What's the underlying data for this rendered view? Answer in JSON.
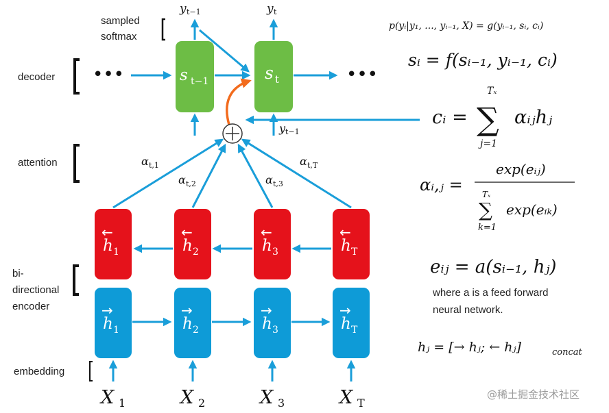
{
  "labels": {
    "sampled_softmax": [
      "sampled",
      "softmax"
    ],
    "decoder": "decoder",
    "attention": "attention",
    "encoder": [
      "bi-",
      "directional",
      "encoder"
    ],
    "embedding": "embedding",
    "dots": "•••"
  },
  "decoder": {
    "state_prev": "s",
    "state_prev_sub": "t−1",
    "state_cur": "s",
    "state_cur_sub": "t",
    "out_prev": "y",
    "out_prev_sub": "t−1",
    "out_cur": "y",
    "out_cur_sub": "t",
    "feedback": "y",
    "feedback_sub": "t−1"
  },
  "attention_weights": [
    {
      "base": "α",
      "sub": "t,1"
    },
    {
      "base": "α",
      "sub": "t,2"
    },
    {
      "base": "α",
      "sub": "t,3"
    },
    {
      "base": "α",
      "sub": "t,T"
    }
  ],
  "encoder": {
    "backward": [
      {
        "arrow": "←",
        "base": "h",
        "sub": "1"
      },
      {
        "arrow": "←",
        "base": "h",
        "sub": "2"
      },
      {
        "arrow": "←",
        "base": "h",
        "sub": "3"
      },
      {
        "arrow": "←",
        "base": "h",
        "sub": "T"
      }
    ],
    "forward": [
      {
        "arrow": "→",
        "base": "h",
        "sub": "1"
      },
      {
        "arrow": "→",
        "base": "h",
        "sub": "2"
      },
      {
        "arrow": "→",
        "base": "h",
        "sub": "3"
      },
      {
        "arrow": "→",
        "base": "h",
        "sub": "T"
      }
    ]
  },
  "inputs": [
    {
      "base": "X",
      "sub": "1"
    },
    {
      "base": "X",
      "sub": "2"
    },
    {
      "base": "X",
      "sub": "3"
    },
    {
      "base": "X",
      "sub": "T"
    }
  ],
  "equations": {
    "prob": "p(yᵢ|y₁, ..., yᵢ₋₁, X) = g(yᵢ₋₁, sᵢ, cᵢ)",
    "state_lhs": "sᵢ = f(sᵢ₋₁, yᵢ₋₁, cᵢ)",
    "context_lhs": "cᵢ =",
    "context_sum_top": "Tₓ",
    "context_sum_bottom": "j=1",
    "context_rhs": "αᵢⱼhⱼ",
    "alpha_lhs": "αᵢ,ⱼ =",
    "alpha_num": "exp(eᵢⱼ)",
    "alpha_den_top": "Tₓ",
    "alpha_den_bottom": "k=1",
    "alpha_den": "exp(eᵢₖ)",
    "energy": "eᵢⱼ = a(sᵢ₋₁, hⱼ)",
    "energy_note": [
      "where a is a feed forward",
      "neural network."
    ],
    "hidden": "hⱼ = [→ hⱼ; ← hⱼ]",
    "hidden_sub": "concat"
  },
  "watermark": "@稀土掘金技术社区",
  "colors": {
    "arrow": "#1a9ed9",
    "decoder_box": "#6dbd45",
    "encoder_backward": "#e5121b",
    "encoder_forward": "#0e9bd7",
    "attention_flow": "#f26b1d"
  }
}
